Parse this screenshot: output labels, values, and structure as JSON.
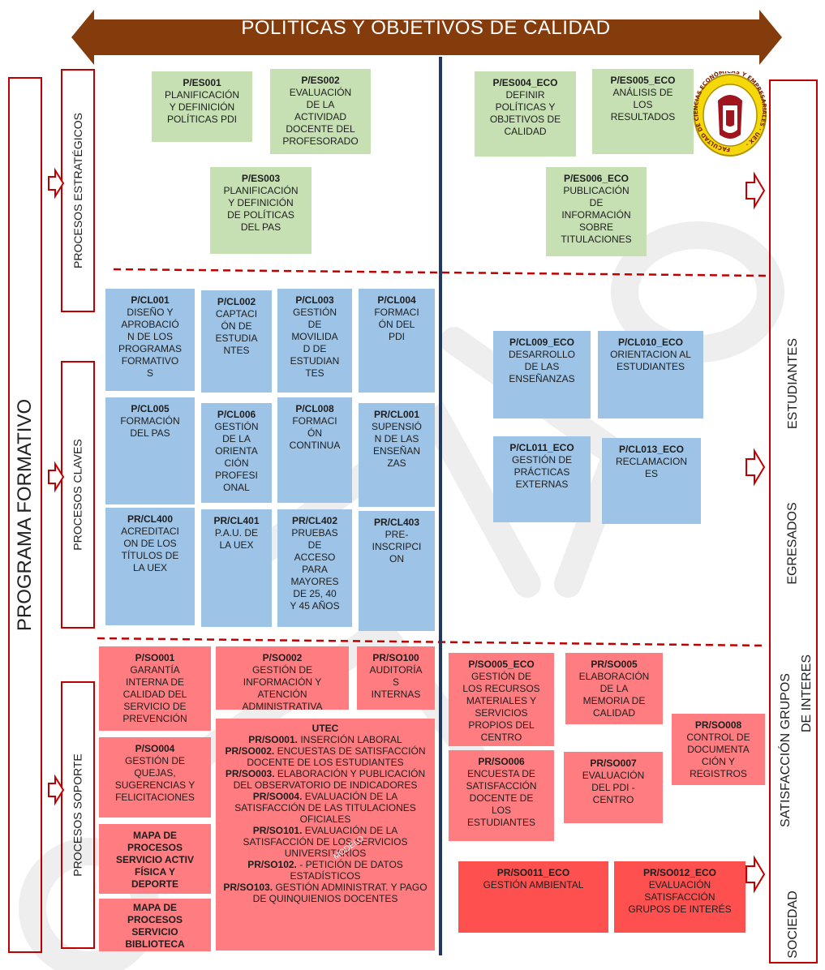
{
  "top_arrow": {
    "title": "POLÍTICAS Y OBJETIVOS DE CALIDAD"
  },
  "left_labels": {
    "programa": "PROGRAMA FORMATIVO",
    "estrategicos": "PROCESOS ESTRATÉGICOS",
    "claves": "PROCESOS CLAVES",
    "soporte": "PROCESOS SOPORTE"
  },
  "right_labels": {
    "estudiantes": "ESTUDIANTES",
    "egresados": "EGRESADOS",
    "satisfaccion": "SATISFACCIÓN  GRUPOS",
    "de_interes": "DE INTERES",
    "sociedad": "SOCIEDAD"
  },
  "seal": {
    "text": "FACULTAD DE CIENCIAS ECONÓMICAS Y EMPRESARIALES · UEX ·"
  },
  "watermark": {
    "text": "MODELO"
  },
  "strategic": [
    {
      "code": "P/ES001",
      "text": "PLANIFICACIÓN\nY DEFINICIÓN\nPOLÍTICAS PDI"
    },
    {
      "code": "P/ES002",
      "text": "EVALUACIÓN\nDE LA\nACTIVIDAD\nDOCENTE DEL\nPROFESORADO"
    },
    {
      "code": "P/ES003",
      "text": "PLANIFICACIÓN\nY DEFINICIÓN\nDE POLÍTICAS\nDEL PAS"
    },
    {
      "code": "P/ES004_ECO",
      "text": "DEFINIR\nPOLÍTICAS Y\nOBJETIVOS DE\nCALIDAD"
    },
    {
      "code": "P/ES005_ECO",
      "text": "ANÁLISIS DE\nLOS\nRESULTADOS"
    },
    {
      "code": "P/ES006_ECO",
      "text": "PUBLICACIÓN\nDE\nINFORMACIÓN\nSOBRE\nTITULACIONES"
    }
  ],
  "key": [
    {
      "code": "P/CL001",
      "text": "DISEÑO Y\nAPROBACIÓ\nN DE LOS\nPROGRAMAS\nFORMATIVO\nS"
    },
    {
      "code": "P/CL002",
      "text": "CAPTACI\nÓN DE\nESTUDIA\nNTES"
    },
    {
      "code": "P/CL003",
      "text": "GESTIÓN\nDE\nMOVILIDA\nD DE\nESTUDIAN\nTES"
    },
    {
      "code": "P/CL004",
      "text": "FORMACI\nÓN DEL\nPDI"
    },
    {
      "code": "P/CL005",
      "text": "FORMACIÓN\nDEL PAS"
    },
    {
      "code": "P/CL006",
      "text": "GESTIÓN\nDE LA\nORIENTA\nCIÓN\nPROFESI\nONAL"
    },
    {
      "code": "P/CL008",
      "text": "FORMACI\nÓN\nCONTINUA"
    },
    {
      "code": "PR/CL001",
      "text": "SUPENSIÓ\nN DE LAS\nENSEÑAN\nZAS"
    },
    {
      "code": "PR/CL400",
      "text": "ACREDITACI\nON DE LOS\nTÍTULOS DE\nLA UEX"
    },
    {
      "code": "PR/CL401",
      "text": "P.A.U. DE\nLA UEX"
    },
    {
      "code": "PR/CL402",
      "text": "PRUEBAS\nDE\nACCESO\nPARA\nMAYORES\nDE 25, 40\nY 45 AÑOS"
    },
    {
      "code": "PR/CL403",
      "text": "PRE-\nINSCRIPCI\nON"
    },
    {
      "code": "P/CL009_ECO",
      "text": "DESARROLLO\nDE LAS\nENSEÑANZAS"
    },
    {
      "code": "P/CL010_ECO",
      "text": "ORIENTACION AL\nESTUDIANTES"
    },
    {
      "code": "P/CL011_ECO",
      "text": "GESTIÓN DE\nPRÁCTICAS\nEXTERNAS"
    },
    {
      "code": "P/CL013_ECO",
      "text": "RECLAMACION\nES"
    }
  ],
  "support": [
    {
      "code": "P/SO001",
      "text": "GARANTÍA\nINTERNA DE\nCALIDAD DEL\nSERVICIO DE\nPREVENCIÓN"
    },
    {
      "code": "P/SO002",
      "text": "GESTIÓN DE\nINFORMACIÓN Y\nATENCIÓN\nADMINISTRATIVA"
    },
    {
      "code": "PR/SO100",
      "text": "AUDITORÍA\nS\nINTERNAS"
    },
    {
      "code": "P/SO004",
      "text": "GESTIÓN DE\nQUEJAS,\nSUGERENCIAS Y\nFELICITACIONES"
    },
    {
      "code": "MAPA DE\nPROCESOS\nSERVICIO ACTIV\nFÍSICA Y\nDEPORTE",
      "text": ""
    },
    {
      "code": "MAPA DE\nPROCESOS\nSERVICIO\nBIBLIOTECA",
      "text": ""
    },
    {
      "code": "P/SO005_ECO",
      "text": "GESTIÓN DE\nLOS RECURSOS\nMATERIALES Y\nSERVICIOS\nPROPIOS DEL\nCENTRO"
    },
    {
      "code": "PR/SO005",
      "text": "ELABORACIÓN\nDE LA\nMEMORIA DE\nCALIDAD"
    },
    {
      "code": "PR/SO008",
      "text": "CONTROL DE\nDOCUMENTA\nCIÓN Y\nREGISTROS"
    },
    {
      "code": "PR/SO006",
      "text": "ENCUESTA DE\nSATISFACCIÓN\nDOCENTE DE\nLOS\nESTUDIANTES"
    },
    {
      "code": "PR/SO007",
      "text": "EVALUACIÓN\nDEL PDI -\nCENTRO"
    },
    {
      "code": "PR/SO011_ECO",
      "text": "GESTIÓN AMBIENTAL"
    },
    {
      "code": "PR/SO012_ECO",
      "text": "EVALUACIÓN\nSATISFACCIÓN\nGRUPOS DE INTERÉS"
    }
  ],
  "utec": {
    "title": "UTEC",
    "items": [
      {
        "code": "PR/SO001.",
        "text": "INSERCIÓN LABORAL"
      },
      {
        "code": "PR/SO002.",
        "text": "ENCUESTAS DE SATISFACCIÓN DOCENTE DE LOS ESTUDIANTES"
      },
      {
        "code": "PR/SO003.",
        "text": "ELABORACIÓN Y PUBLICACIÓN DEL OBSERVATORIO DE INDICADORES"
      },
      {
        "code": "PR/SO004.",
        "text": "EVALUACIÓN DE LA SATISFACCIÓN DE LAS TITULACIONES OFICIALES"
      },
      {
        "code": "PR/SO101.",
        "text": "EVALUACIÓN DE LA SATISFACCIÓN DE LOS SERVICIOS UNIVERSITARIOS"
      },
      {
        "code": "PR/SO102.",
        "text": "- PETICIÓN DE DATOS ESTADÍSTICOS"
      },
      {
        "code": "PR/SO103.",
        "text": "GESTIÓN ADMINISTRAT. Y PAGO DE QUINQUIENIOS DOCENTES"
      }
    ]
  },
  "colors": {
    "arrow": "#843c0c",
    "strategic": "#c6e0b4",
    "key": "#9dc3e6",
    "support": "#ff7c80",
    "support_dark": "#ff5050",
    "frame": "#c00000",
    "divider": "#1f3864"
  }
}
